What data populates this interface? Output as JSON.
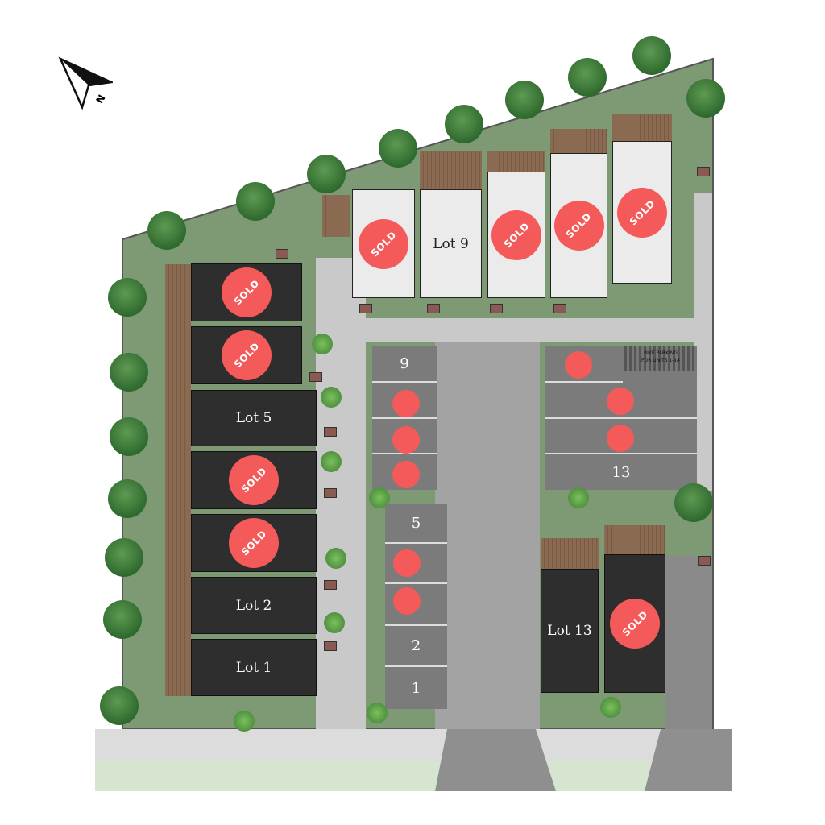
{
  "compass": {
    "label": "N"
  },
  "lots_left": [
    {
      "label": "SOLD",
      "sold": true
    },
    {
      "label": "SOLD",
      "sold": true
    },
    {
      "label": "Lot 5",
      "sold": false
    },
    {
      "label": "SOLD",
      "sold": true
    },
    {
      "label": "SOLD",
      "sold": true
    },
    {
      "label": "Lot 2",
      "sold": false
    },
    {
      "label": "Lot 1",
      "sold": false
    }
  ],
  "lots_top": [
    {
      "label": "SOLD",
      "sold": true
    },
    {
      "label": "Lot 9",
      "sold": false
    },
    {
      "label": "SOLD",
      "sold": true
    },
    {
      "label": "SOLD",
      "sold": true
    },
    {
      "label": "SOLD",
      "sold": true
    }
  ],
  "lots_bottom_right": [
    {
      "label": "Lot 13",
      "sold": false
    },
    {
      "label": "SOLD",
      "sold": true
    }
  ],
  "parking": {
    "left_upper": [
      "9",
      "",
      "",
      ""
    ],
    "left_upper_sold": [
      false,
      true,
      true,
      true
    ],
    "left_lower": [
      "5",
      "",
      "",
      "2",
      "1"
    ],
    "left_lower_sold": [
      false,
      true,
      true,
      false,
      false
    ],
    "right_label": "13",
    "right_sold_count": 3,
    "bike_parking": "BIKE PARKING",
    "bike_parking_sub": "FOR UNITS 1-14"
  },
  "colors": {
    "sold": "#f45a5a",
    "dark_lot": "#2e2e2e",
    "light_lot": "#ebebeb"
  }
}
